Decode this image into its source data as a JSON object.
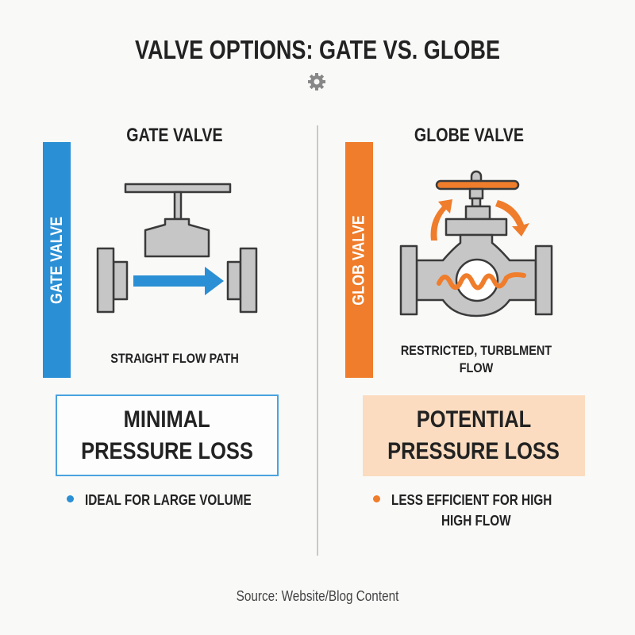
{
  "header": {
    "title": "VALVE OPTIONS: GATE VS. GLOBE",
    "icon": "gear-icon"
  },
  "colors": {
    "gate_accent": "#2a8fd4",
    "globe_accent": "#ef7d2b",
    "globe_box_fill": "#fbdcc0",
    "valve_gray": "#c6c6c6",
    "outline": "#3a3a3a",
    "divider": "#c8c8c8"
  },
  "gate": {
    "title": "GATE VALVE",
    "side_label": "GATE VALVE",
    "caption": "STRAIGHT FLOW PATH",
    "box_line1": "MINIMAL",
    "box_line2": "PRESSURE LOSS",
    "bullet": "IDEAL FOR LARGE VOLUME",
    "icon": "gate-valve-icon",
    "flow_icon": "straight-arrow-icon"
  },
  "globe": {
    "title": "GLOBE VALVE",
    "side_label": "GLOB VALVE",
    "caption_line1": "RESTRICTED, TURBLMENT",
    "caption_line2": "FLOW",
    "box_line1": "POTENTIAL",
    "box_line2": "PRESSURE LOSS",
    "bullet_line1": "LESS EFFICIENT FOR HIGH",
    "bullet_line2": "HIGH FLOW",
    "icon": "globe-valve-icon",
    "flow_icon": "turbulent-wave-icon"
  },
  "footer": {
    "source": "Source: Website/Blog Content"
  }
}
